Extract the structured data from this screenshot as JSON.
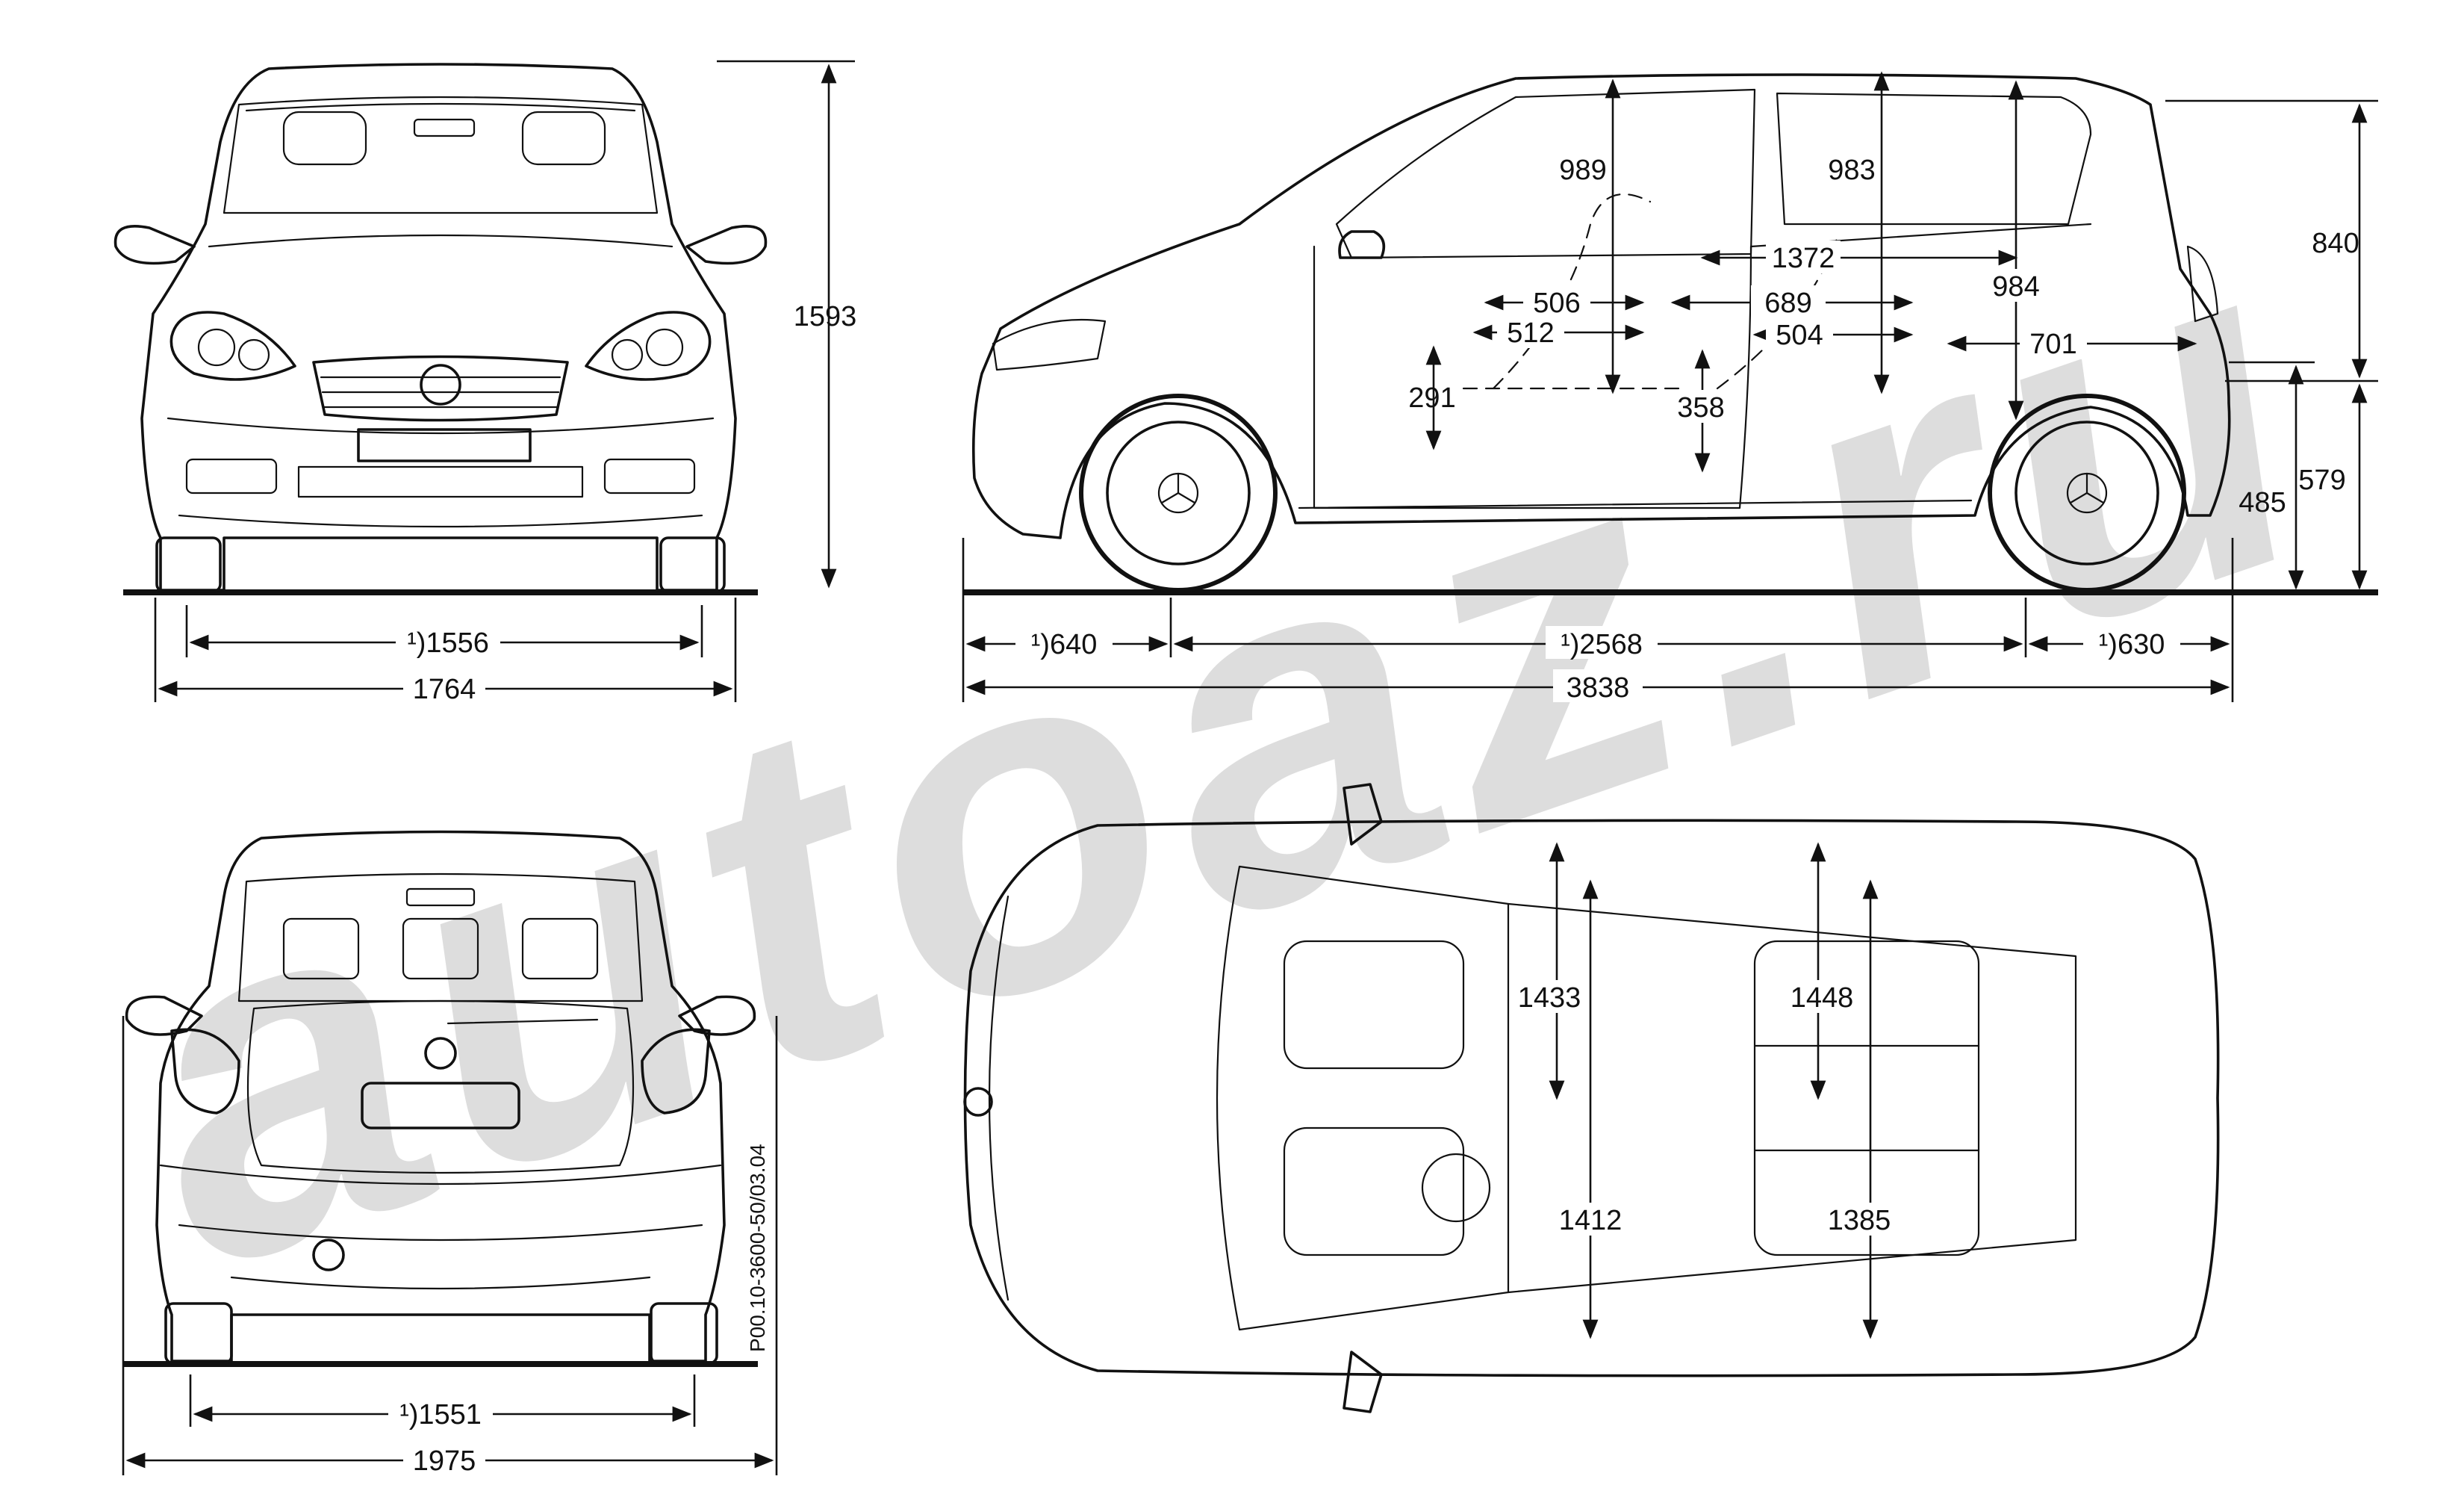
{
  "watermark": "autoaz.ru",
  "drawing_code": "P00.10-3600-50/03.04",
  "front_view": {
    "height": "1593",
    "track_front": "¹)1556",
    "width": "1764"
  },
  "rear_view": {
    "track_rear": "¹)1551",
    "width_mirrors": "1975"
  },
  "side_view": {
    "overhang_front": "¹)640",
    "wheelbase": "¹)2568",
    "overhang_rear": "¹)630",
    "length": "3838",
    "headroom_front": "989",
    "headroom_rear": "983",
    "interior_length": "1372",
    "rear_opening_height": "984",
    "seat_front": "506",
    "seat_depth": "512",
    "knee_room": "689",
    "rear_seat": "504",
    "load_depth": "701",
    "seat_height": "291",
    "floor_height": "358",
    "tailgate_height": "840",
    "load_sill_485": "485",
    "load_sill_579": "579"
  },
  "top_view": {
    "shoulder_front": "1433",
    "shoulder_rear": "1448",
    "elbow_front": "1412",
    "elbow_rear": "1385"
  }
}
